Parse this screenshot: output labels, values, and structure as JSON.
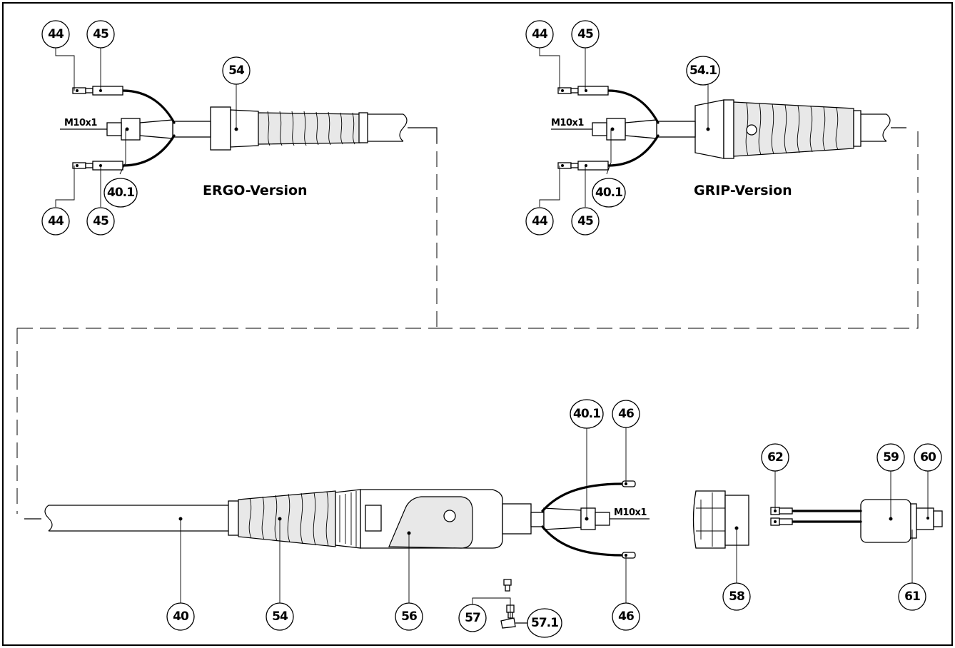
{
  "titles": {
    "ergo": "ERGO-Version",
    "grip": "GRIP-Version"
  },
  "thread_note": "M10x1",
  "callouts": {
    "ergo_44_top": "44",
    "ergo_45_top": "45",
    "ergo_54": "54",
    "ergo_40_1": "40.1",
    "ergo_44_bottom": "44",
    "ergo_45_bottom": "45",
    "grip_44_top": "44",
    "grip_45_top": "45",
    "grip_54_1": "54.1",
    "grip_40_1": "40.1",
    "grip_44_bottom": "44",
    "grip_45_bottom": "45",
    "main_40_1": "40.1",
    "main_46_top": "46",
    "main_40": "40",
    "main_54": "54",
    "main_56": "56",
    "main_57": "57",
    "main_57_1": "57.1",
    "main_46_bottom": "46",
    "main_58": "58",
    "main_59": "59",
    "main_60": "60",
    "main_61": "61",
    "main_62": "62"
  }
}
